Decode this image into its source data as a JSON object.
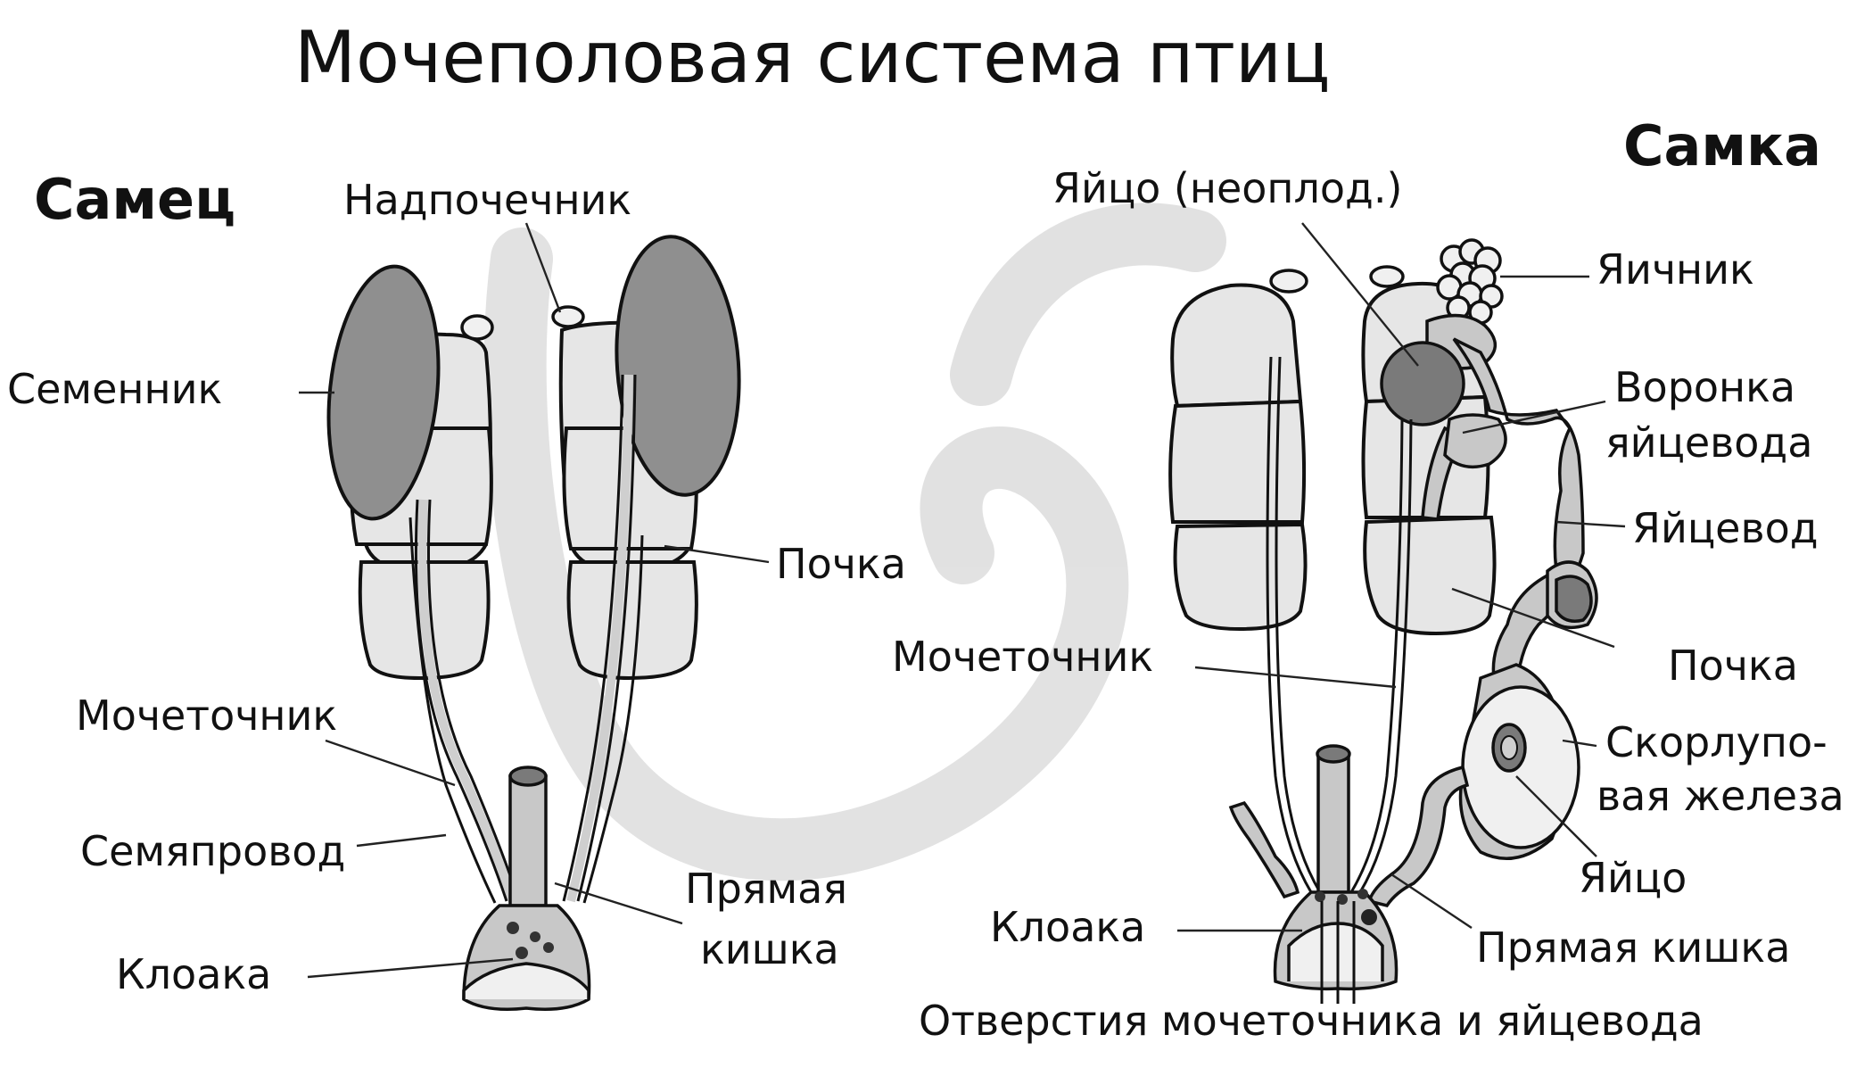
{
  "title": "Мочеполовая система птиц",
  "male": {
    "heading": "Самец",
    "labels": {
      "adrenal": "Надпочечник",
      "testis": "Семенник",
      "kidney": "Почка",
      "ureter": "Мочеточник",
      "vas_deferens": "Семяпровод",
      "rectum_line1": "Прямая",
      "rectum_line2": "кишка",
      "cloaca": "Клоака"
    }
  },
  "female": {
    "heading": "Самка",
    "labels": {
      "egg_unfertilized": "Яйцо (неоплод.)",
      "ovary": "Яичник",
      "infundibulum_line1": "Воронка",
      "infundibulum_line2": "яйцевода",
      "oviduct": "Яйцевод",
      "kidney": "Почка",
      "ureter": "Мочеточник",
      "shell_gland_line1": "Скорлупо-",
      "shell_gland_line2": "вая железа",
      "egg": "Яйцо",
      "cloaca": "Клоака",
      "rectum": "Прямая кишка",
      "openings": "Отверстия мочеточника и яйцевода"
    }
  }
}
